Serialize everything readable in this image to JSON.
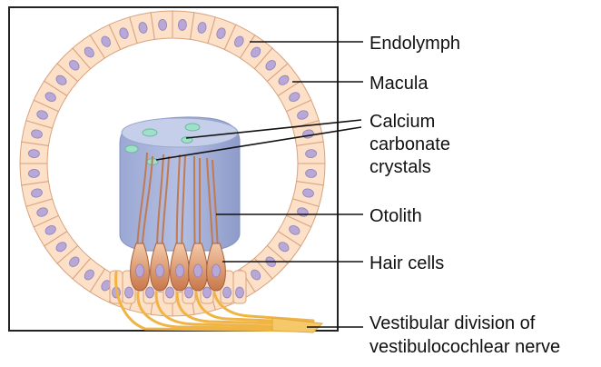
{
  "labels": {
    "endolymph": "Endolymph",
    "macula": "Macula",
    "calcium_line1": "Calcium",
    "calcium_line2": "carbonate",
    "calcium_line3": "crystals",
    "otolith": "Otolith",
    "hair_cells": "Hair cells",
    "nerve_line1": "Vestibular division of",
    "nerve_line2": "vestibulocochlear nerve"
  },
  "colors": {
    "cell_fill": "#fde0c8",
    "cell_stroke": "#d9a27c",
    "nucleus": "#b7a8d8",
    "nucleus_stroke": "#8f80b8",
    "otolith": "#aab6dc",
    "otolith_top": "#c3cde9",
    "crystal": "#9ee0c9",
    "hair_cell": "#d78a5c",
    "hair_cell_light": "#f2c7a6",
    "nerve": "#f0b445",
    "leader_line": "#111111",
    "frame": "#222222"
  }
}
